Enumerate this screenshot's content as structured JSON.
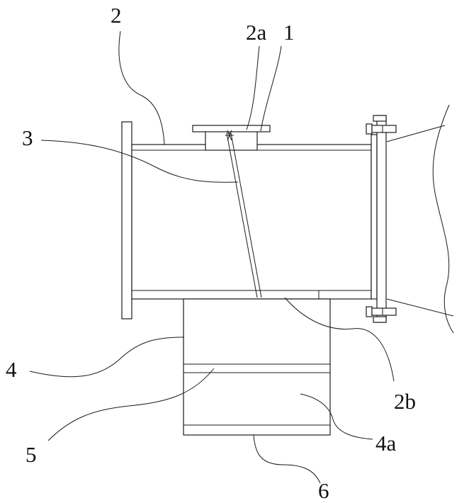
{
  "labels": {
    "l1": "1",
    "l2": "2",
    "l2a": "2a",
    "l2b": "2b",
    "l3": "3",
    "l4": "4",
    "l4a": "4a",
    "l5": "5",
    "l6": "6"
  }
}
